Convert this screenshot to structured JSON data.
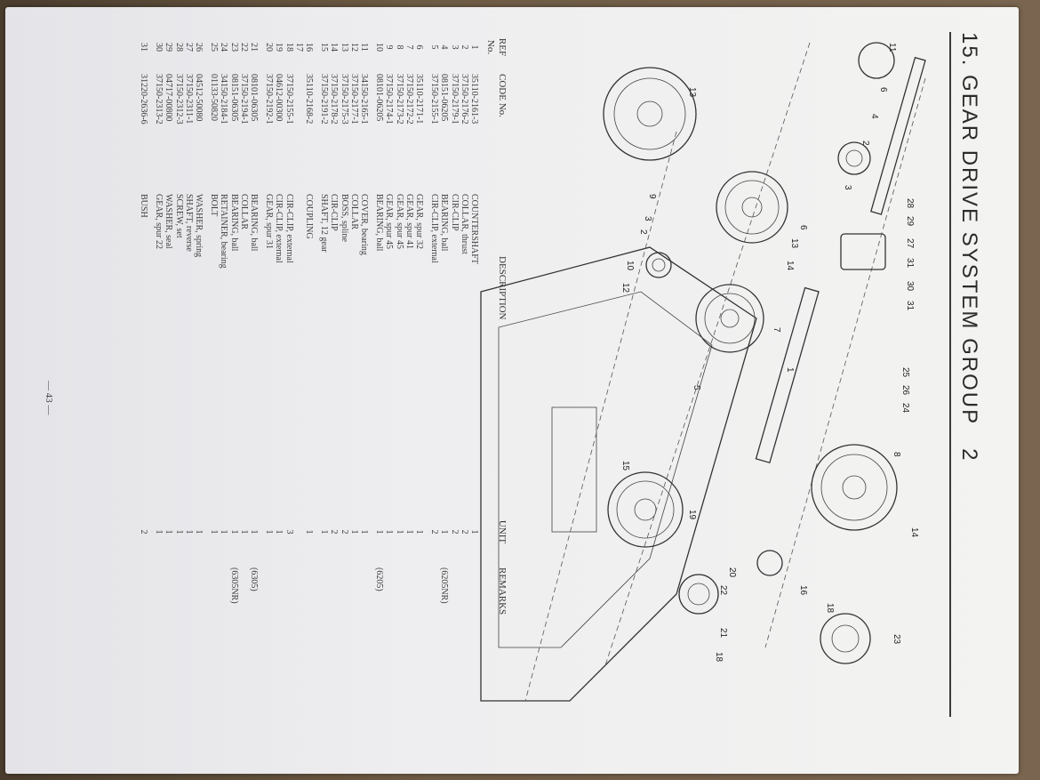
{
  "title": {
    "section": "15. GEAR DRIVE SYSTEM GROUP",
    "group_no": "2"
  },
  "diagram_labels": [
    {
      "id": "l11",
      "text": "11"
    },
    {
      "id": "l6a",
      "text": "6"
    },
    {
      "id": "l4",
      "text": "4"
    },
    {
      "id": "l2a",
      "text": "2"
    },
    {
      "id": "l3a",
      "text": "3"
    },
    {
      "id": "l13a",
      "text": "13"
    },
    {
      "id": "l6b",
      "text": "6"
    },
    {
      "id": "l13b",
      "text": "13"
    },
    {
      "id": "l14a",
      "text": "14"
    },
    {
      "id": "l9",
      "text": "9"
    },
    {
      "id": "l3b",
      "text": "3"
    },
    {
      "id": "l2b",
      "text": "2"
    },
    {
      "id": "l10",
      "text": "10"
    },
    {
      "id": "l12",
      "text": "12"
    },
    {
      "id": "l7",
      "text": "7"
    },
    {
      "id": "l1",
      "text": "1"
    },
    {
      "id": "l5",
      "text": "5"
    },
    {
      "id": "l28",
      "text": "28"
    },
    {
      "id": "l29",
      "text": "29"
    },
    {
      "id": "l27",
      "text": "27"
    },
    {
      "id": "l31a",
      "text": "31"
    },
    {
      "id": "l30",
      "text": "30"
    },
    {
      "id": "l31b",
      "text": "31"
    },
    {
      "id": "l25",
      "text": "25"
    },
    {
      "id": "l26",
      "text": "26"
    },
    {
      "id": "l24",
      "text": "24"
    },
    {
      "id": "l8",
      "text": "8"
    },
    {
      "id": "l15",
      "text": "15"
    },
    {
      "id": "l14b",
      "text": "14"
    },
    {
      "id": "l19",
      "text": "19"
    },
    {
      "id": "l20",
      "text": "20"
    },
    {
      "id": "l22",
      "text": "22"
    },
    {
      "id": "l16",
      "text": "16"
    },
    {
      "id": "l18a",
      "text": "18"
    },
    {
      "id": "l21",
      "text": "21"
    },
    {
      "id": "l18b",
      "text": "18"
    },
    {
      "id": "l23",
      "text": "23"
    }
  ],
  "table": {
    "headers": {
      "ref": "REF",
      "no": "No.",
      "code": "CODE No.",
      "desc": "DESCRIPTION",
      "unit": "UNIT",
      "remarks": "REMARKS"
    },
    "rows": [
      {
        "ref": "1",
        "code": "35110-2161-3",
        "desc": "COUNTERSHAFT",
        "unit": "1",
        "remarks": ""
      },
      {
        "ref": "2",
        "code": "37150-2176-2",
        "desc": "COLLAR, thrust",
        "unit": "2",
        "remarks": ""
      },
      {
        "ref": "3",
        "code": "37150-2179-1",
        "desc": "CIR-CLIP",
        "unit": "2",
        "remarks": ""
      },
      {
        "ref": "4",
        "code": "08151-06205",
        "desc": "BEARING, ball",
        "unit": "1",
        "remarks": "(6205NR)"
      },
      {
        "ref": "5",
        "code": "37150-2155-1",
        "desc": "CIR-CLIP, external",
        "unit": "2",
        "remarks": ""
      },
      {
        "ref": "",
        "code": "",
        "desc": "",
        "unit": "",
        "remarks": ""
      },
      {
        "ref": "6",
        "code": "35110-2171-1",
        "desc": "GEAR, spur 32",
        "unit": "1",
        "remarks": ""
      },
      {
        "ref": "7",
        "code": "37150-2172-2",
        "desc": "GEAR, spur 41",
        "unit": "1",
        "remarks": ""
      },
      {
        "ref": "8",
        "code": "37150-2173-2",
        "desc": "GEAR, spur 45",
        "unit": "1",
        "remarks": ""
      },
      {
        "ref": "9",
        "code": "37150-2174-1",
        "desc": "GEAR, spur 45",
        "unit": "1",
        "remarks": ""
      },
      {
        "ref": "10",
        "code": "08101-06205",
        "desc": "BEARING, ball",
        "unit": "1",
        "remarks": "(6205)"
      },
      {
        "ref": "",
        "code": "",
        "desc": "",
        "unit": "",
        "remarks": ""
      },
      {
        "ref": "11",
        "code": "34150-2165-1",
        "desc": "COVER, bearing",
        "unit": "1",
        "remarks": ""
      },
      {
        "ref": "12",
        "code": "37150-2177-1",
        "desc": "COLLAR",
        "unit": "1",
        "remarks": ""
      },
      {
        "ref": "13",
        "code": "37150-2175-3",
        "desc": "BOSS, spline",
        "unit": "2",
        "remarks": ""
      },
      {
        "ref": "14",
        "code": "37150-2178-2",
        "desc": "CIR-CLIP",
        "unit": "2",
        "remarks": ""
      },
      {
        "ref": "15",
        "code": "37150-2191-2",
        "desc": "SHAFT, 12 gear",
        "unit": "1",
        "remarks": ""
      },
      {
        "ref": "",
        "code": "",
        "desc": "",
        "unit": "",
        "remarks": ""
      },
      {
        "ref": "16",
        "code": "35110-2168-2",
        "desc": "COUPLING",
        "unit": "1",
        "remarks": ""
      },
      {
        "ref": "17",
        "code": "",
        "desc": "",
        "unit": "",
        "remarks": ""
      },
      {
        "ref": "18",
        "code": "37150-2155-1",
        "desc": "CIR-CLIP, external",
        "unit": "3",
        "remarks": ""
      },
      {
        "ref": "19",
        "code": "04612-00300",
        "desc": "CIR-CLIP, external",
        "unit": "1",
        "remarks": ""
      },
      {
        "ref": "20",
        "code": "37150-2192-1",
        "desc": "GEAR, spur 31",
        "unit": "1",
        "remarks": ""
      },
      {
        "ref": "",
        "code": "",
        "desc": "",
        "unit": "",
        "remarks": ""
      },
      {
        "ref": "21",
        "code": "08101-06305",
        "desc": "BEARING, ball",
        "unit": "1",
        "remarks": "(6305)"
      },
      {
        "ref": "22",
        "code": "37150-2194-1",
        "desc": "COLLAR",
        "unit": "1",
        "remarks": ""
      },
      {
        "ref": "23",
        "code": "08151-06305",
        "desc": "BEARING, ball",
        "unit": "1",
        "remarks": "(6305NR)"
      },
      {
        "ref": "24",
        "code": "34150-2184-1",
        "desc": "RETAINER, bearing",
        "unit": "1",
        "remarks": ""
      },
      {
        "ref": "25",
        "code": "01133-50820",
        "desc": "BOLT",
        "unit": "1",
        "remarks": ""
      },
      {
        "ref": "",
        "code": "",
        "desc": "",
        "unit": "",
        "remarks": ""
      },
      {
        "ref": "26",
        "code": "04512-50080",
        "desc": "WASHER, spring",
        "unit": "1",
        "remarks": ""
      },
      {
        "ref": "27",
        "code": "37150-2311-1",
        "desc": "SHAFT, reverse",
        "unit": "1",
        "remarks": ""
      },
      {
        "ref": "28",
        "code": "37150-2312-3",
        "desc": "SCREW, set",
        "unit": "1",
        "remarks": ""
      },
      {
        "ref": "29",
        "code": "04717-00800",
        "desc": "WASHER, seal",
        "unit": "1",
        "remarks": ""
      },
      {
        "ref": "30",
        "code": "37150-2313-2",
        "desc": "GEAR, spur 22",
        "unit": "1",
        "remarks": ""
      },
      {
        "ref": "",
        "code": "",
        "desc": "",
        "unit": "",
        "remarks": ""
      },
      {
        "ref": "31",
        "code": "31220-2636-6",
        "desc": "BUSH",
        "unit": "2",
        "remarks": ""
      }
    ]
  },
  "page_number": "— 43 —"
}
